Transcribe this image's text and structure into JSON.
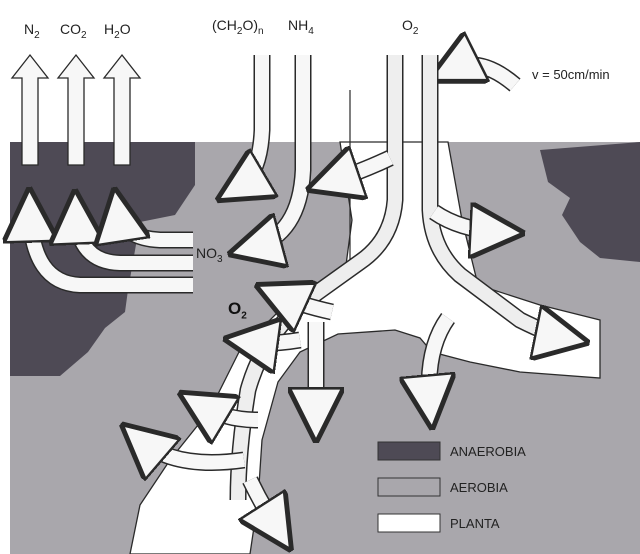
{
  "top_labels": {
    "n2": {
      "main": "N",
      "sub": "2"
    },
    "co2": {
      "main": "CO",
      "sub": "2"
    },
    "h2o": {
      "main": "H",
      "sub": "2",
      "tail": "O"
    },
    "ch2o": {
      "a": "(CH",
      "sub1": "2",
      "b": "O)",
      "sub2": "n"
    },
    "nh4": {
      "main": "NH",
      "sub": "4"
    },
    "o2_top": {
      "main": "O",
      "sub": "2"
    }
  },
  "velocity": "v = 50cm/min",
  "no3": {
    "main": "NO",
    "sub": "3"
  },
  "o2_soil": {
    "main": "O",
    "sub": "2"
  },
  "legend": [
    {
      "label": "ANAEROBIA",
      "color": "#4e4a55"
    },
    {
      "label": "AEROBIA",
      "color": "#a9a7ac"
    },
    {
      "label": "PLANTA",
      "color": "#ffffff"
    }
  ],
  "colors": {
    "anaerobic": "#4e4a55",
    "aerobic": "#a9a7ac",
    "plant": "#ffffff",
    "arrow_fill": "#f7f7f7",
    "stroke": "#2a2a2a"
  }
}
